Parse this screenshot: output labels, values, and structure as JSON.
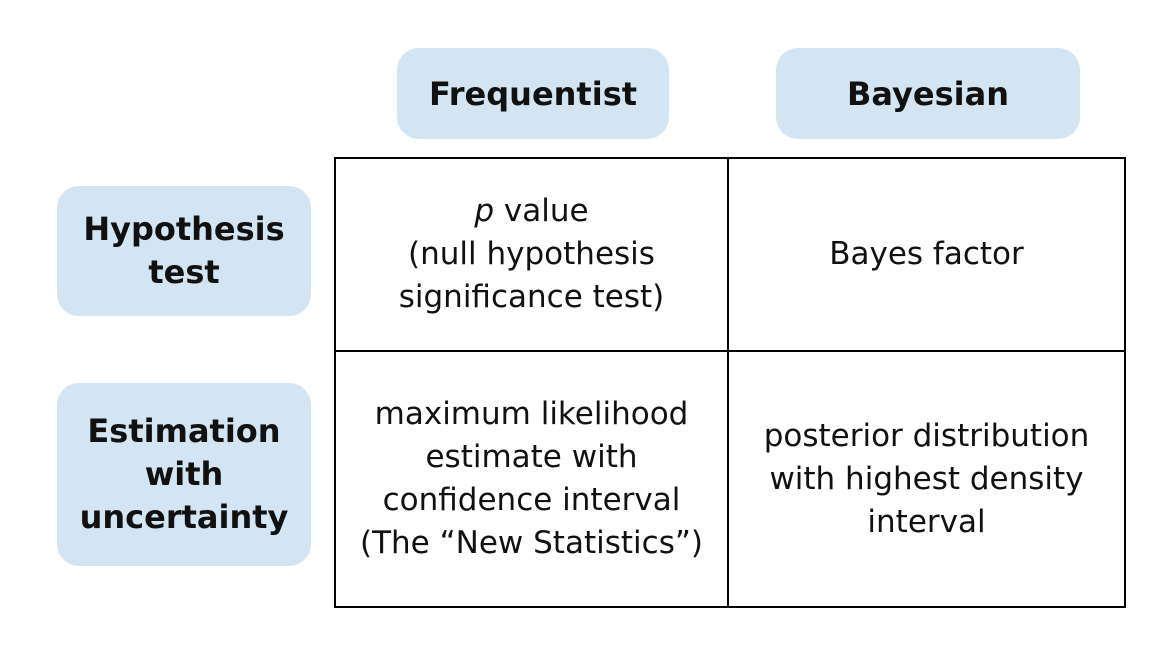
{
  "colors": {
    "header_fill": "#d3e5f3",
    "grid_line": "#000000",
    "text": "#111111"
  },
  "columns": {
    "frequentist": "Frequentist",
    "bayesian": "Bayesian"
  },
  "rows": {
    "hypothesis_test": [
      "Hypothesis",
      "test"
    ],
    "estimation": [
      "Estimation",
      "with",
      "uncertainty"
    ]
  },
  "cells": {
    "hypothesis_frequentist": {
      "italic_prefix": "p",
      "line1_rest": " value",
      "line2": "(null hypothesis",
      "line3": "significance test)"
    },
    "hypothesis_bayesian": "Bayes factor",
    "estimation_frequentist": [
      "maximum likelihood",
      "estimate with",
      "confidence interval",
      "(The “New Statistics”)"
    ],
    "estimation_bayesian": [
      "posterior distribution",
      "with highest density",
      "interval"
    ]
  }
}
